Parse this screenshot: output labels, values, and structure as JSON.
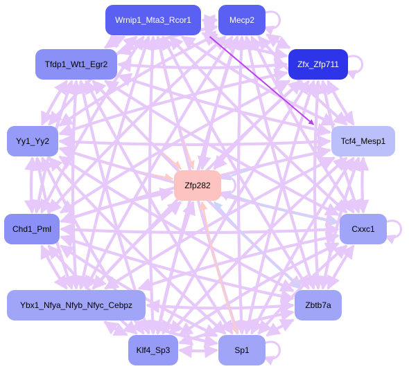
{
  "diagram": {
    "nodes": [
      {
        "id": "wrnip1",
        "label": "Wrnip1_Mta3_Rcor1",
        "fill": "#5a60f2",
        "text_color": "#ffffff"
      },
      {
        "id": "mecp2",
        "label": "Mecp2",
        "fill": "#5a60f2",
        "text_color": "#ffffff"
      },
      {
        "id": "tfdp1",
        "label": "Tfdp1_Wt1_Egr2",
        "fill": "#8a90f6",
        "text_color": "#000000"
      },
      {
        "id": "zfx",
        "label": "Zfx_Zfp711",
        "fill": "#2e34e8",
        "text_color": "#ffffff"
      },
      {
        "id": "yy1",
        "label": "Yy1_Yy2",
        "fill": "#959bf7",
        "text_color": "#000000"
      },
      {
        "id": "tcf4",
        "label": "Tcf4_Mesp1",
        "fill": "#bcc0fa",
        "text_color": "#000000"
      },
      {
        "id": "zfp282",
        "label": "Zfp282",
        "fill": "#fdc3c0",
        "text_color": "#000000"
      },
      {
        "id": "chd1",
        "label": "Chd1_Pml",
        "fill": "#8a90f6",
        "text_color": "#000000"
      },
      {
        "id": "cxxc1",
        "label": "Cxxc1",
        "fill": "#a0a5f8",
        "text_color": "#000000"
      },
      {
        "id": "ybx1",
        "label": "Ybx1_Nfya_Nfyb_Nfyc_Cebpz",
        "fill": "#a0a5f8",
        "text_color": "#000000"
      },
      {
        "id": "zbtb7a",
        "label": "Zbtb7a",
        "fill": "#a0a5f8",
        "text_color": "#000000"
      },
      {
        "id": "klf4",
        "label": "Klf4_Sp3",
        "fill": "#959bf7",
        "text_color": "#000000"
      },
      {
        "id": "sp1",
        "label": "Sp1",
        "fill": "#a0a5f8",
        "text_color": "#000000"
      }
    ],
    "edge_colors": {
      "default": "#e6c8fa",
      "pink": "#fbcdc6",
      "blue": "#ccd4fb",
      "highlight": "#b93ff0"
    }
  }
}
